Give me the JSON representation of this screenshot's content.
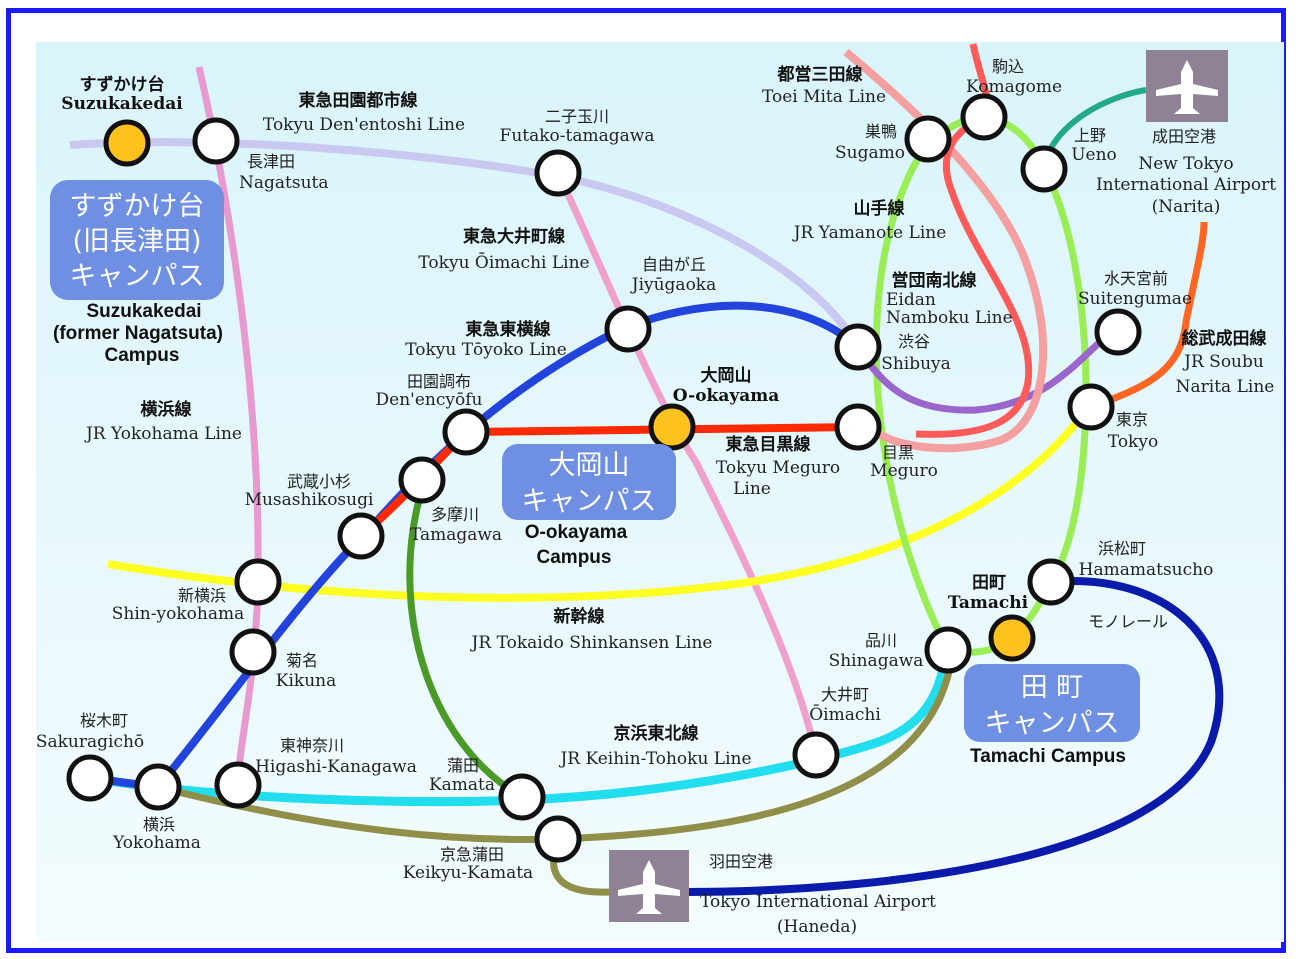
{
  "colors": {
    "frame": "#1a1aff",
    "background_top": "#d9f4fb",
    "campus_box": "#6f8fe3",
    "campus_station": "#ffc21f",
    "station": "#ffffff",
    "airport_box": "#8f8196"
  },
  "lines": {
    "den_entoshi": {
      "jp": "東急田園都市線",
      "en": "Tokyu Den'entoshi Line",
      "color": "#c9c8f0"
    },
    "toei_mita": {
      "jp": "都営三田線",
      "en": "Toei Mita Line",
      "color": "#f08080"
    },
    "yamanote": {
      "jp": "山手線",
      "en": "JR Yamanote Line",
      "color": "#99ee55"
    },
    "oimachi": {
      "jp": "東急大井町線",
      "en": "Tokyu Ōimachi Line",
      "color": "#f0a0cc"
    },
    "namboku": {
      "jp": "営団南北線",
      "en1": "Eidan",
      "en2": "Namboku Line",
      "color": "#ff5a5a"
    },
    "toyoko": {
      "jp": "東急東横線",
      "en": "Tokyu Tōyoko Line",
      "color": "#2244dd"
    },
    "meguro": {
      "jp": "東急目黒線",
      "en1": "Tokyu Meguro",
      "en2": "Line",
      "color": "#ff2a00"
    },
    "yokohama": {
      "jp": "横浜線",
      "en": "JR Yokohama Line",
      "color": "#e89ad0"
    },
    "shinkansen": {
      "jp": "新幹線",
      "en": "JR Tokaido Shinkansen Line",
      "color": "#ffff22"
    },
    "keihin_tohoku": {
      "jp": "京浜東北線",
      "en": "JR Keihin-Tohoku Line",
      "color": "#22ddee"
    },
    "soubu_narita": {
      "jp": "総武成田線",
      "en1": "JR Soubu",
      "en2": "Narita Line",
      "color": "#ff6622"
    },
    "monorail": {
      "jp": "モノレール",
      "color": "#0a1aaa"
    },
    "keikyu": {
      "color": "#8f8f4a"
    },
    "tamagawa_line": {
      "color": "#4a9a2a"
    },
    "hanzomon": {
      "color": "#9a66cc"
    },
    "hibiya": {
      "color": "#22aa88"
    }
  },
  "stations": {
    "suzukakedai": {
      "jp": "すずかけ台",
      "en": "Suzukakedai"
    },
    "nagatsuta": {
      "jp": "長津田",
      "en": "Nagatsuta"
    },
    "futako": {
      "jp": "二子玉川",
      "en": "Futako-tamagawa"
    },
    "jiyugaoka": {
      "jp": "自由が丘",
      "en": "Jiyūgaoka"
    },
    "oookayama": {
      "jp": "大岡山",
      "en": "O-okayama"
    },
    "denenchofu": {
      "jp": "田園調布",
      "en": "Den'encyōfu"
    },
    "musashikosugi": {
      "jp": "武蔵小杉",
      "en": "Musashikosugi"
    },
    "tamagawa": {
      "jp": "多摩川",
      "en": "Tamagawa"
    },
    "shinyokohama": {
      "jp": "新横浜",
      "en": "Shin-yokohama"
    },
    "kikuna": {
      "jp": "菊名",
      "en": "Kikuna"
    },
    "sakuragicho": {
      "jp": "桜木町",
      "en": "Sakuragichō"
    },
    "yokohama": {
      "jp": "横浜",
      "en": "Yokohama"
    },
    "higashikanagawa": {
      "jp": "東神奈川",
      "en": "Higashi-Kanagawa"
    },
    "kamata": {
      "jp": "蒲田",
      "en": "Kamata"
    },
    "keikyukamata": {
      "jp": "京急蒲田",
      "en": "Keikyu-Kamata"
    },
    "oimachi": {
      "jp": "大井町",
      "en": "Ōimachi"
    },
    "shinagawa": {
      "jp": "品川",
      "en": "Shinagawa"
    },
    "tamachi": {
      "jp": "田町",
      "en": "Tamachi"
    },
    "hamamatsucho": {
      "jp": "浜松町",
      "en": "Hamamatsucho"
    },
    "tokyo": {
      "jp": "東京",
      "en": "Tokyo"
    },
    "meguro": {
      "jp": "目黒",
      "en": "Meguro"
    },
    "shibuya": {
      "jp": "渋谷",
      "en": "Shibuya"
    },
    "sugamo": {
      "jp": "巣鴨",
      "en": "Sugamo"
    },
    "komagome": {
      "jp": "駒込",
      "en": "Komagome"
    },
    "ueno": {
      "jp": "上野",
      "en": "Ueno"
    },
    "suitengumae": {
      "jp": "水天宮前",
      "en": "Suitengumae"
    }
  },
  "airports": {
    "narita": {
      "jp": "成田空港",
      "en1": "New Tokyo",
      "en2": "International Airport",
      "en3": "(Narita)"
    },
    "haneda": {
      "jp": "羽田空港",
      "en1": "Tokyo International Airport",
      "en2": "(Haneda)"
    }
  },
  "campuses": {
    "suzukakedai": {
      "jp1": "すずかけ台",
      "jp2": "(旧長津田)",
      "jp3": "キャンパス",
      "en1": "Suzukakedai",
      "en2": "(former Nagatsuta)",
      "en3": "Campus"
    },
    "oookayama": {
      "jp1": "大岡山",
      "jp2": "キャンパス",
      "en1": "O-okayama",
      "en2": "Campus"
    },
    "tamachi": {
      "jp1": "田 町",
      "jp2": "キャンパス",
      "en": "Tamachi Campus"
    }
  }
}
